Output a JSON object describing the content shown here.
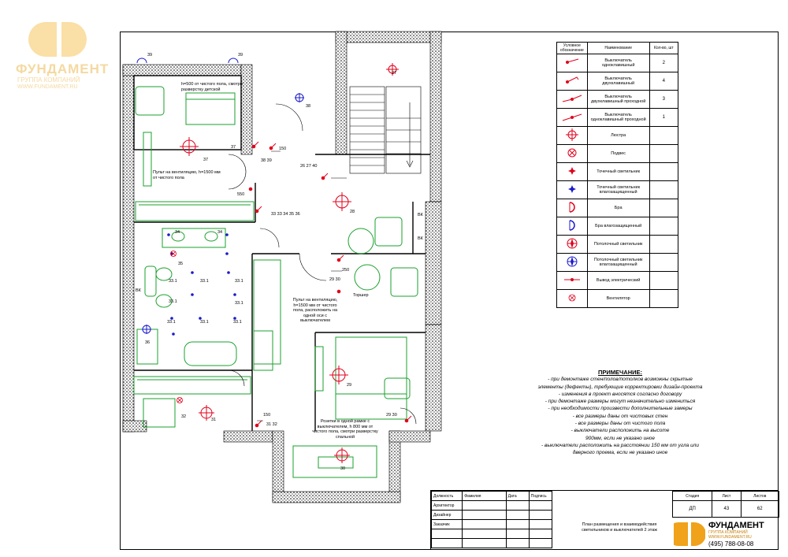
{
  "company": {
    "name": "ФУНДАМЕНТ",
    "sub": "ГРУППА КОМПАНИЙ",
    "site": "WWW.FUNDAMENT.RU",
    "phone": "(495) 788-08-08",
    "brand_color": "#f0a21a"
  },
  "legend": {
    "headers": [
      "Условное обозначение",
      "Наименование",
      "Кол-во, шт"
    ],
    "rows": [
      {
        "icon": "single-switch-icon",
        "name": "Выключатель одноклавишный",
        "qty": "2"
      },
      {
        "icon": "double-switch-icon",
        "name": "Выключатель двухклавишный",
        "qty": "4"
      },
      {
        "icon": "double-passthrough-switch-icon",
        "name": "Выключатель двухклавишный проходной",
        "qty": "3"
      },
      {
        "icon": "single-passthrough-switch-icon",
        "name": "Выключатель одноклавишный проходной",
        "qty": "1"
      },
      {
        "icon": "chandelier-icon",
        "name": "Люстра",
        "qty": ""
      },
      {
        "icon": "pendant-icon",
        "name": "Подвес",
        "qty": ""
      },
      {
        "icon": "spotlight-icon",
        "name": "Точечный светильник",
        "qty": ""
      },
      {
        "icon": "waterproof-spotlight-icon",
        "name": "Точечный светильник влагозащищенный",
        "qty": ""
      },
      {
        "icon": "sconce-icon",
        "name": "Бра",
        "qty": ""
      },
      {
        "icon": "waterproof-sconce-icon",
        "name": "Бра влагозащищенный",
        "qty": ""
      },
      {
        "icon": "ceiling-light-icon",
        "name": "Потолочный светильник",
        "qty": ""
      },
      {
        "icon": "waterproof-ceiling-light-icon",
        "name": "Потолочный светильник влагозащищенный",
        "qty": ""
      },
      {
        "icon": "electrical-outlet-icon",
        "name": "Вывод электрический",
        "qty": ""
      },
      {
        "icon": "fan-icon",
        "name": "Вентилятор",
        "qty": ""
      }
    ]
  },
  "notes": {
    "title": "ПРИМЕЧАНИЕ:",
    "lines": [
      "- при демонтаже стен/полов/потолков возможны скрытые",
      "элементы (дефекты), требующие корректировки дизайн-проекта",
      "- изменения в проект вносятся согласно договору",
      "- при демонтаже размеры могут незначительно измениться",
      "- при необходимости произвести дополнительные замеры",
      "- все размеры даны от чистовых стен",
      "- все размеры даны от чистого пола",
      "- выключатели расположить на высоте",
      "900мм, если не указано иное",
      "- выключатели расположить на расстоянии 150 мм от угла или",
      "дверного проема, если не указано иное"
    ]
  },
  "plan_labels": {
    "kids_note": "h=500 от чистого пола, смотри разверстку детской",
    "vent_note1": "Пульт на вентиляцию, h=1500 мм от чистого пола",
    "vent_note2": "Пульт на вентиляцию, h=1500 мм от чистого пола, расположить на одной оси с выключателем",
    "socket_note": "Розетки в одной рамке с выключателем, h 800 мм от чистого пола, смотри разверстку спальной",
    "torsher": "Торшер",
    "dim_150a": "150",
    "dim_150b": "150",
    "dim_250": "250",
    "dim_550": "550",
    "n39a": "39",
    "n39b": "39",
    "n38": "38",
    "n37a": "37",
    "n37b": "37",
    "n3839": "38 39",
    "n262740": "26 27 40",
    "n27": "27",
    "n28": "28",
    "n33s": "33 33 34 35 36",
    "n29": "29",
    "n2930": "29 30",
    "n2930b": "29 30",
    "n30": "30",
    "n31": "31",
    "n3132": "31 32",
    "n32": "32",
    "n36": "36",
    "n35": "35",
    "n34a": "34",
    "n34b": "34",
    "n331": [
      "33.1",
      "33.1",
      "33.1",
      "33.1",
      "33.1",
      "33.1",
      "33.1",
      "33.1"
    ],
    "vk": "ВК",
    "vk2": "ВК",
    "vk3": "ВК"
  },
  "stamp": {
    "cols": [
      "Должность",
      "Фамилия",
      "Дата",
      "Подпись"
    ],
    "rows": [
      "Архитектор",
      "Дизайнер",
      "Заказчик"
    ],
    "stage_headers": [
      "Стадия",
      "Лист",
      "Листов"
    ],
    "stage_values": [
      "ДП",
      "43",
      "62"
    ],
    "title": "План размещения и взаимодействия светильников и выключателей 2 этаж"
  }
}
